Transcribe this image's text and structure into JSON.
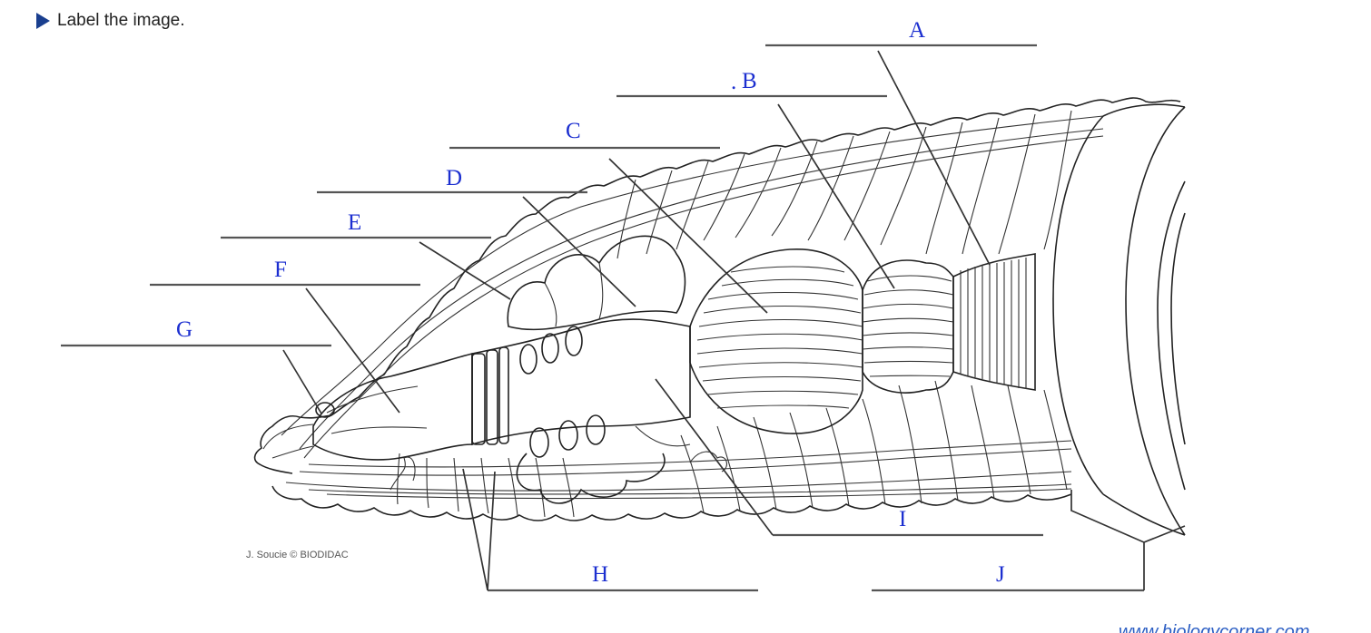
{
  "instruction": "Label the image.",
  "labels": {
    "A": "A",
    "B": "B",
    "C": "C",
    "D": "D",
    "E": "E",
    "F": "F",
    "G": "G",
    "H": "H",
    "I": "I",
    "J": "J"
  },
  "dot_marker": ".",
  "credit": "J. Soucie © BIODIDAC",
  "watermark": "www.biologycorner.com",
  "colors": {
    "label": "#1c2fd0",
    "answer_line": "#555555",
    "play_icon": "#1a3f8f"
  }
}
